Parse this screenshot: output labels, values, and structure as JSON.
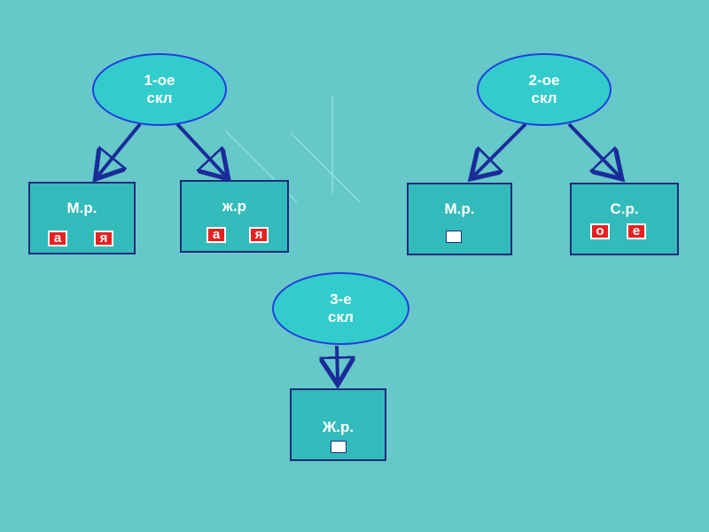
{
  "colors": {
    "background": "#66C8C8",
    "ellipse_fill": "#33CCCC",
    "ellipse_border": "#1F3FE0",
    "box_fill": "#33BBBB",
    "box_border": "#1A2C7A",
    "arrow": "#1A2C9A",
    "tag_fill": "#E82020"
  },
  "declension1": {
    "line1": "1-ое",
    "line2": "скл",
    "masc": {
      "label": "М.р.",
      "ending1": "а",
      "ending2": "я"
    },
    "fem": {
      "label": "ж.р",
      "ending1": "а",
      "ending2": "я"
    }
  },
  "declension2": {
    "line1": "2-ое",
    "line2": "скл",
    "masc": {
      "label": "М.р."
    },
    "neut": {
      "label": "С.р.",
      "ending1": "о",
      "ending2": "е"
    }
  },
  "declension3": {
    "line1": "3-е",
    "line2": "скл",
    "fem": {
      "label": "Ж.р."
    }
  }
}
